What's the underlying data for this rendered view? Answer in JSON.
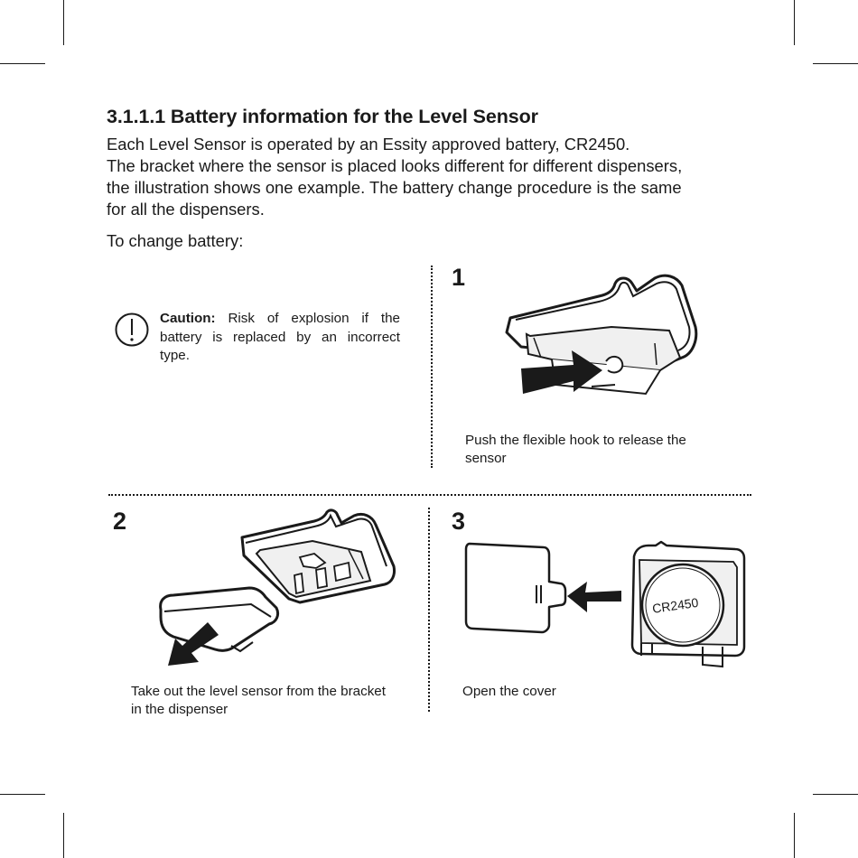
{
  "section": {
    "heading": "3.1.1.1 Battery information for the Level Sensor",
    "intro_lines": [
      "Each Level Sensor is operated by an Essity approved battery, CR2450.",
      "The bracket where the sensor is placed looks different for different dispensers,",
      "the illustration shows one example. The battery change procedure is the same",
      "for all the dispensers."
    ],
    "change_label": "To change battery:"
  },
  "caution": {
    "icon": "exclamation-circle-icon",
    "label": "Caution:",
    "line1_rest": " Risk of explosion if the",
    "line2": "battery is replaced by an incorrect",
    "line3": "type."
  },
  "steps": [
    {
      "number": "1",
      "caption_lines": [
        "Push the flexible hook to release the",
        "sensor"
      ],
      "illustration": "bracket-push-hook"
    },
    {
      "number": "2",
      "caption_lines": [
        "Take out the level sensor from the bracket",
        "in the dispenser"
      ],
      "illustration": "remove-sensor"
    },
    {
      "number": "3",
      "caption_lines": [
        "Open the cover"
      ],
      "illustration": "open-cover",
      "battery_label": "CR2450"
    }
  ],
  "colors": {
    "ink": "#1a1a1a",
    "paper": "#ffffff",
    "panel": "#f0f0f0"
  }
}
